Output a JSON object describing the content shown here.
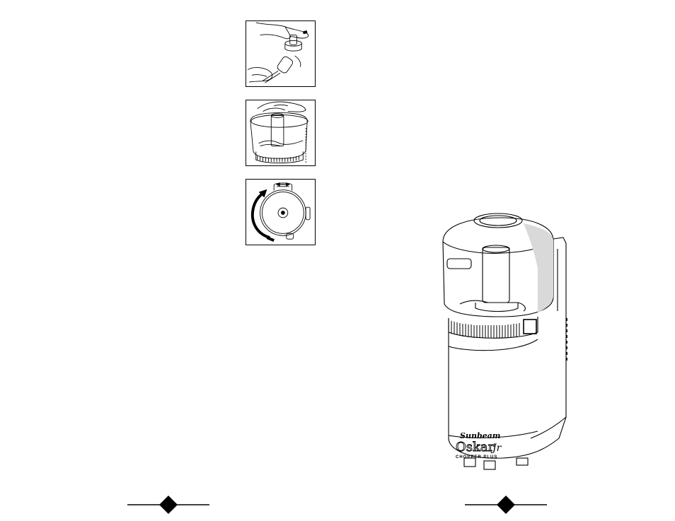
{
  "figures": [
    {
      "id": "step-1",
      "icon": "remove-blade-with-spatula-illustration"
    },
    {
      "id": "step-2",
      "icon": "lift-bowl-illustration"
    },
    {
      "id": "step-3",
      "icon": "rotate-bowl-illustration"
    }
  ],
  "product": {
    "brand": "Sunbeam",
    "name": "Oskar",
    "suffix": "Jr",
    "model": "CHOPPER PLUS"
  },
  "colors": {
    "line": "#000000",
    "paper": "#ffffff",
    "shade": "#d9d9d9"
  }
}
